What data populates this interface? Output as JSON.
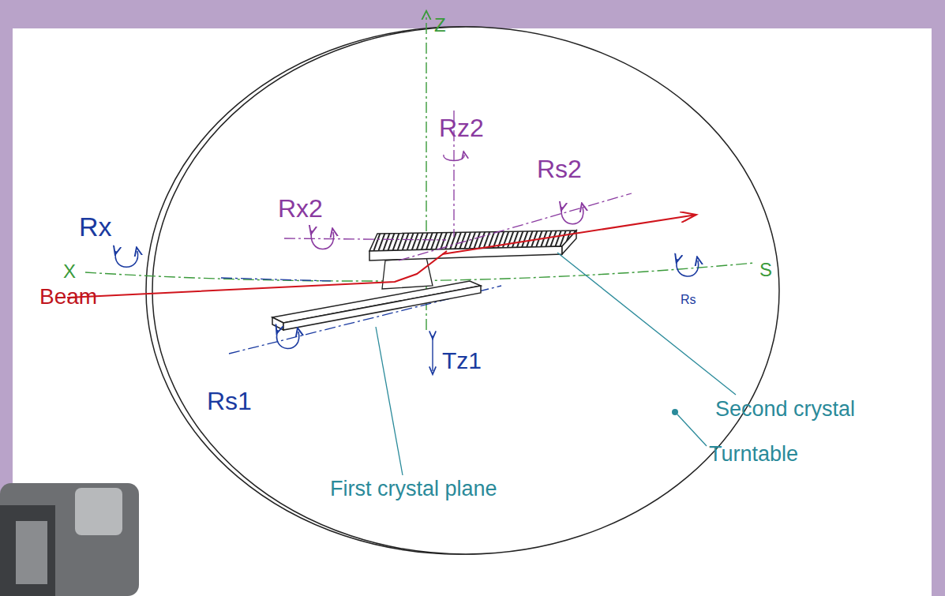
{
  "diagram": {
    "labels": [
      "Z",
      "Rz2",
      "Rx2",
      "Rs2",
      "Rx",
      "X",
      "S",
      "Beam",
      "Rs",
      "Rs1",
      "Tz1",
      "Second crystal",
      "Turntable",
      "First crystal plane"
    ]
  }
}
